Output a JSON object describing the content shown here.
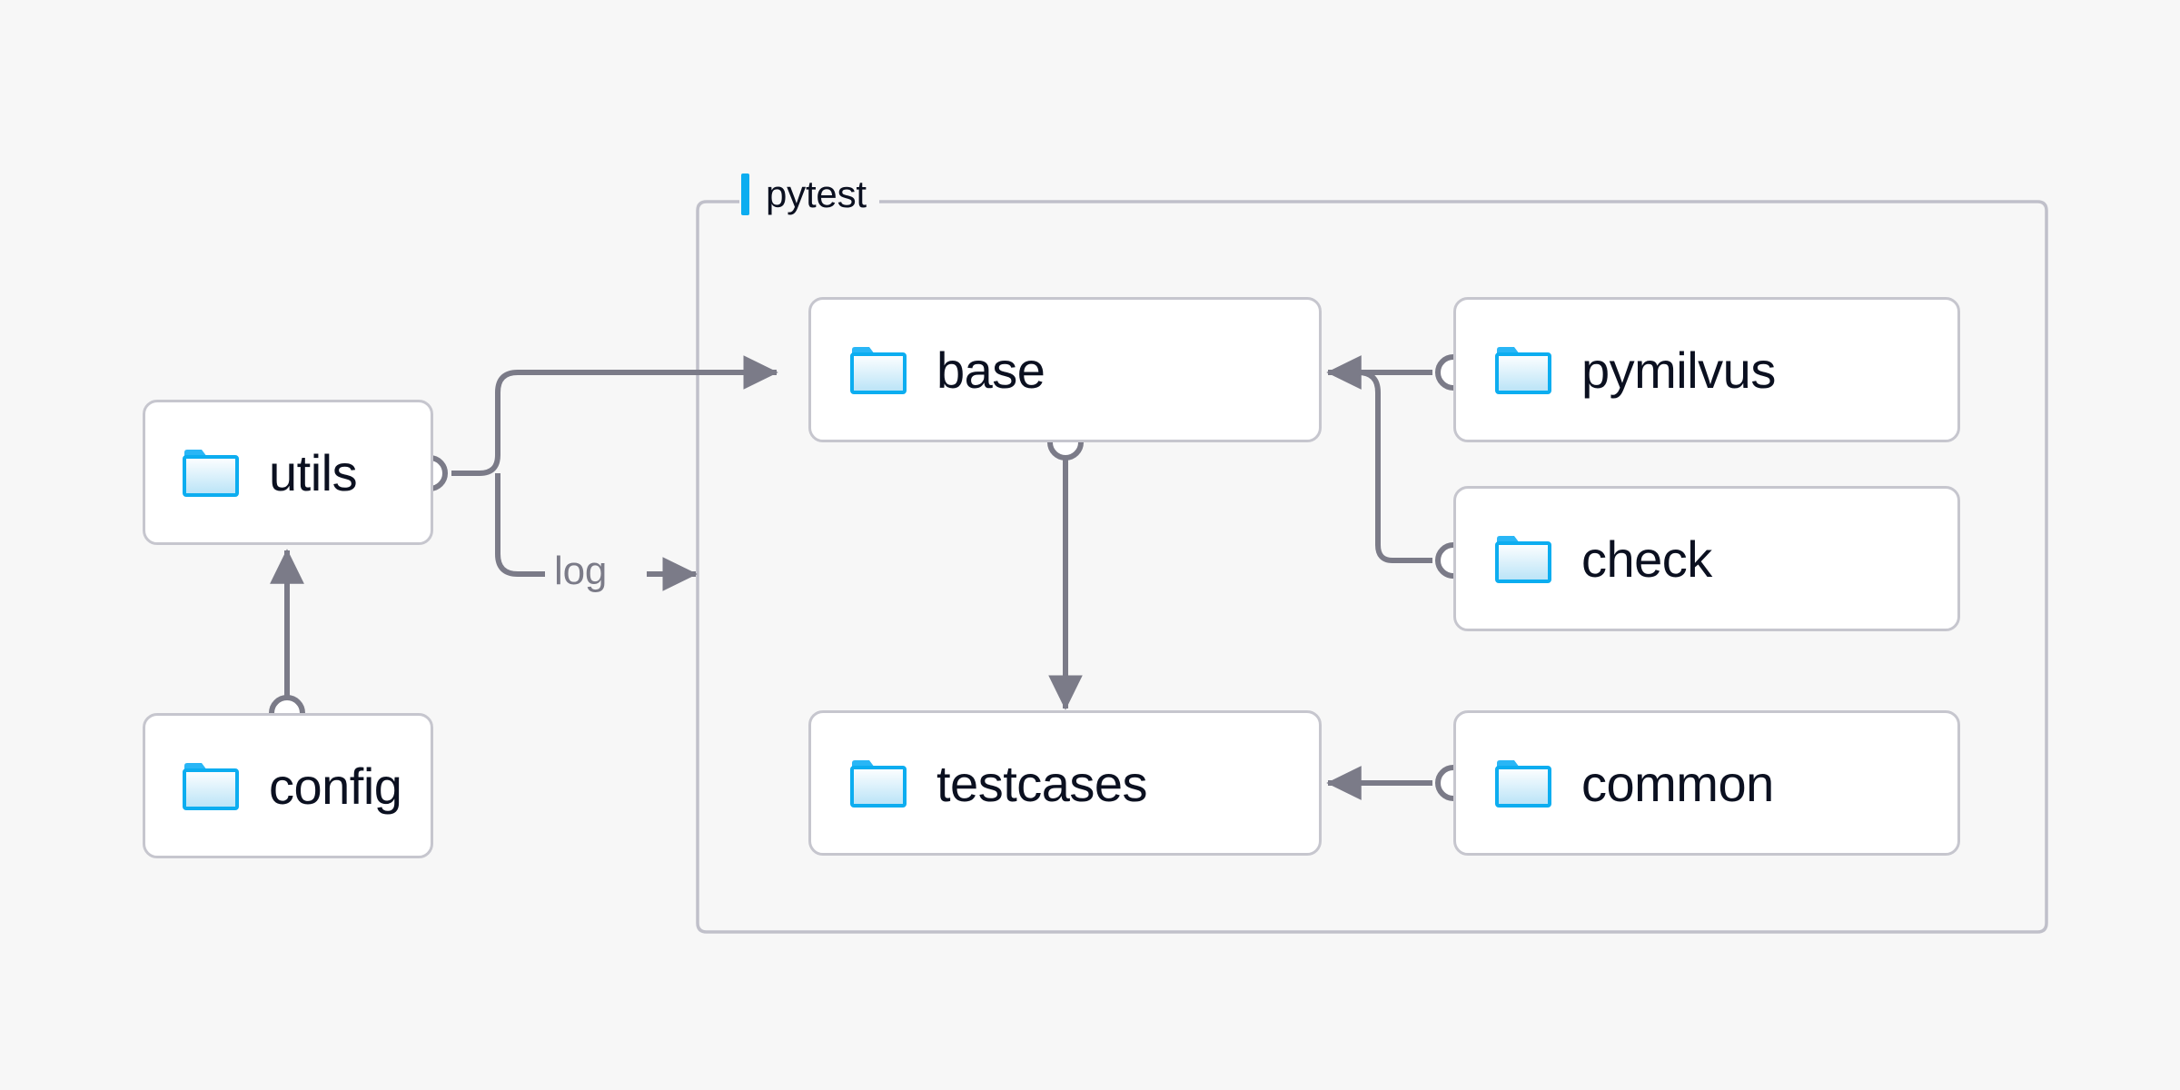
{
  "diagram": {
    "title_bar_color": "#0cadf0",
    "background_color": "#f7f7f7",
    "node_border_color": "#c6c6ce",
    "node_fill_color": "#ffffff",
    "connector_color": "#7b7b88",
    "text_color": "#0b1020",
    "group": {
      "label": "pytest",
      "accent_color": "#0cadf0"
    },
    "nodes": [
      {
        "id": "utils",
        "label": "utils",
        "icon": "folder-icon",
        "group": "outside"
      },
      {
        "id": "config",
        "label": "config",
        "icon": "folder-icon",
        "group": "outside"
      },
      {
        "id": "base",
        "label": "base",
        "icon": "folder-icon",
        "group": "pytest"
      },
      {
        "id": "testcases",
        "label": "testcases",
        "icon": "folder-icon",
        "group": "pytest"
      },
      {
        "id": "pymilvus",
        "label": "pymilvus",
        "icon": "folder-icon",
        "group": "pytest"
      },
      {
        "id": "check",
        "label": "check",
        "icon": "folder-icon",
        "group": "pytest"
      },
      {
        "id": "common",
        "label": "common",
        "icon": "folder-icon",
        "group": "pytest"
      }
    ],
    "edges": [
      {
        "from": "config",
        "to": "utils",
        "label": ""
      },
      {
        "from": "utils",
        "to": "base",
        "label": ""
      },
      {
        "from": "utils",
        "to": "pytest",
        "label": "log"
      },
      {
        "from": "base",
        "to": "testcases",
        "label": ""
      },
      {
        "from": "pymilvus",
        "to": "base",
        "label": ""
      },
      {
        "from": "check",
        "to": "base",
        "label": ""
      },
      {
        "from": "common",
        "to": "testcases",
        "label": ""
      }
    ],
    "edge_labels": {
      "log": "log"
    }
  }
}
